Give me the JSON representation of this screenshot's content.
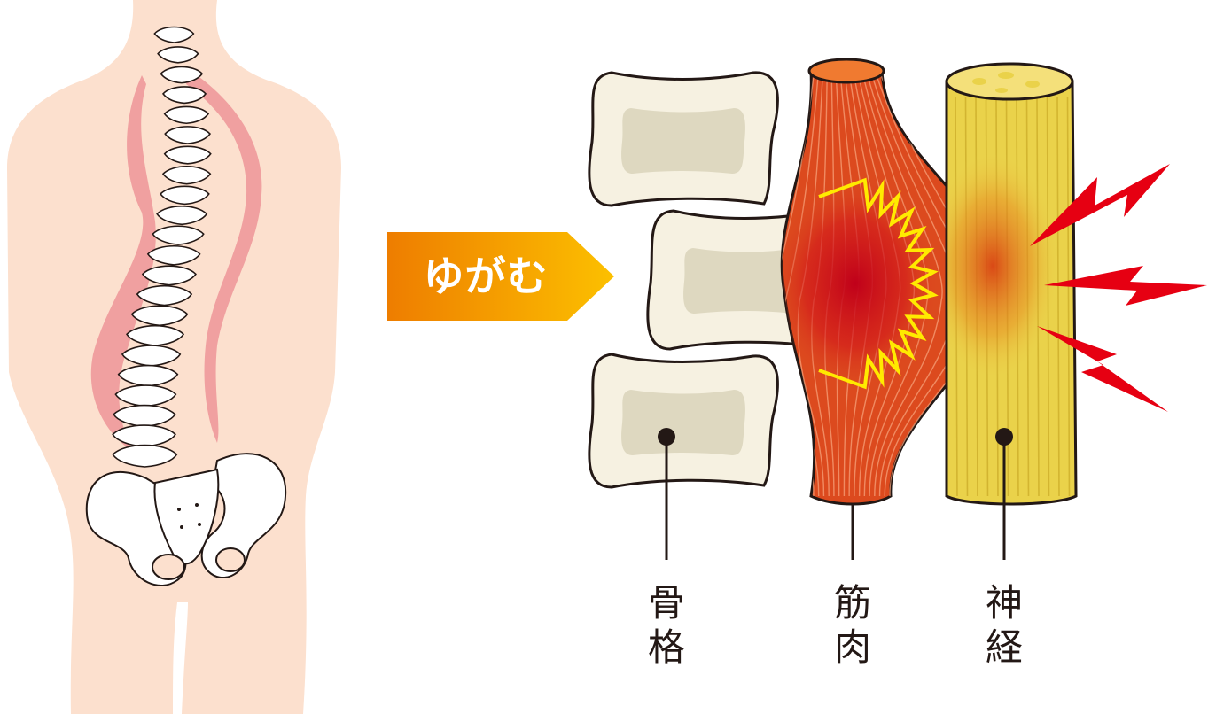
{
  "arrow": {
    "label": "ゆがむ"
  },
  "labels": {
    "bone": [
      "骨",
      "格"
    ],
    "muscle": [
      "筋",
      "肉"
    ],
    "nerve": [
      "神",
      "経"
    ]
  },
  "colors": {
    "skin": "#fce0ce",
    "spine_muscle": "#f0a0a0",
    "bone_fill": "#f6f1e1",
    "bone_inner": "#ded8c0",
    "muscle": "#dc4a1e",
    "muscle_top": "#f07a30",
    "nerve": "#ead24a",
    "nerve_top": "#f4e07a",
    "lightning": "#e60012",
    "pain_zigzag": "#ffea00",
    "arrow_start": "#ee7d00",
    "arrow_end": "#fcc000",
    "line": "#231815"
  },
  "icons": {
    "pain": "lightning-bolt-icon",
    "pointer": "leader-dot-icon"
  }
}
